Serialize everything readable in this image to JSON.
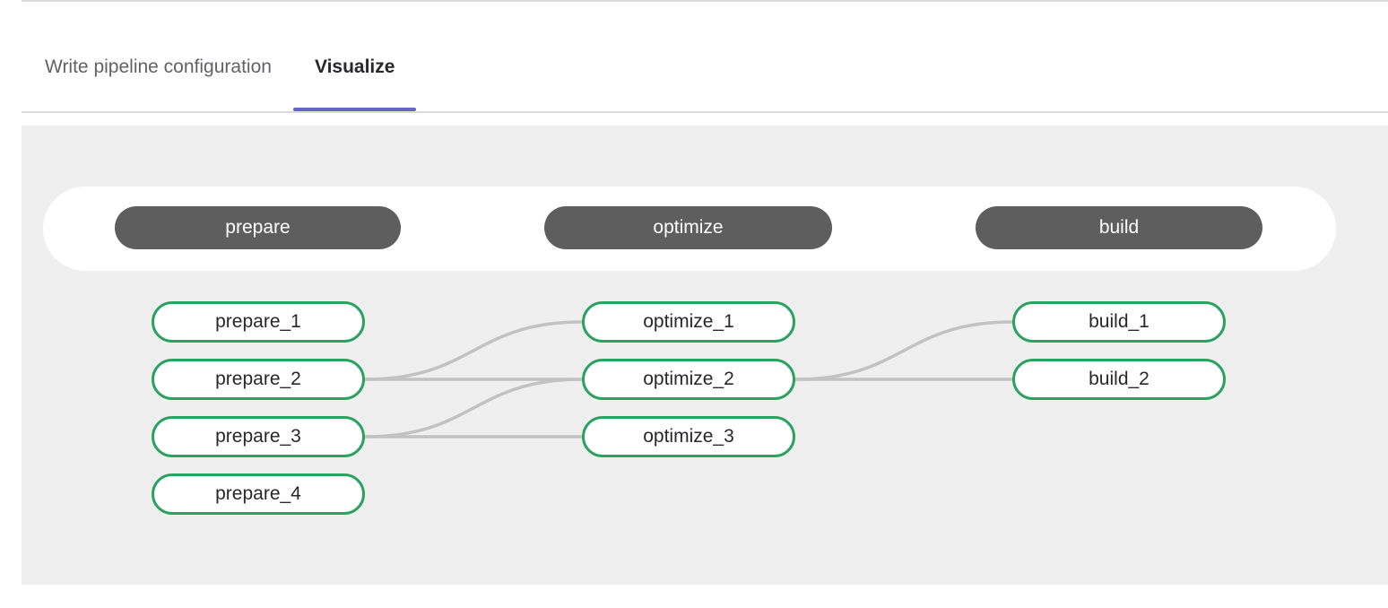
{
  "tabs": [
    {
      "label": "Write pipeline configuration",
      "active": false
    },
    {
      "label": "Visualize",
      "active": true
    }
  ],
  "pipeline": {
    "stages": [
      {
        "name": "prepare",
        "jobs": [
          "prepare_1",
          "prepare_2",
          "prepare_3",
          "prepare_4"
        ]
      },
      {
        "name": "optimize",
        "jobs": [
          "optimize_1",
          "optimize_2",
          "optimize_3"
        ]
      },
      {
        "name": "build",
        "jobs": [
          "build_1",
          "build_2"
        ]
      }
    ],
    "links": [
      {
        "from": "prepare_2",
        "to": "optimize_1"
      },
      {
        "from": "prepare_2",
        "to": "optimize_2"
      },
      {
        "from": "prepare_3",
        "to": "optimize_2"
      },
      {
        "from": "prepare_3",
        "to": "optimize_3"
      },
      {
        "from": "optimize_2",
        "to": "build_1"
      },
      {
        "from": "optimize_2",
        "to": "build_2"
      }
    ]
  },
  "colors": {
    "active_tab_indicator": "#6666c4",
    "stage_pill_bg": "#5e5e5e",
    "job_border": "#2da160",
    "connector": "#c2c2c2",
    "panel_bg": "#efefef"
  }
}
